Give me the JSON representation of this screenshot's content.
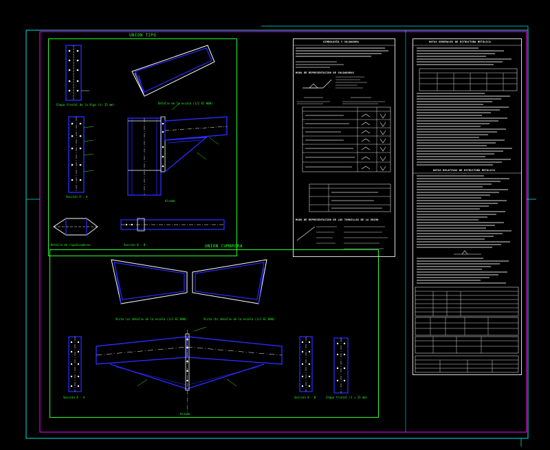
{
  "panels": {
    "union_tipo": "UNION TIPO",
    "union_cumbrera": "UNION CUMBRERA"
  },
  "labels": {
    "chapa_frontal_1": "Chapa frontal de la Viga (t= 15 mm)",
    "detalle_1": "Detalle de la escala (1/2 EC 000)",
    "seccion_a": "Sección A - A",
    "seccion_b": "Sección B - B",
    "detalle_rigid": "Detalle de rigidizadores",
    "vista_1": "Vista (a) detalle de la escala (1/2 EC 000)",
    "vista_2": "Vista (b) detalle de la escala (1/2 EC 000)",
    "seccion_a2": "Sección A - A",
    "seccion_b2": "Sección B - B",
    "chapa_frontal_2": "Chapa frontal (t = 15 mm)",
    "alzado_1": "Alzado",
    "alzado_2": "Alzado"
  },
  "notes": {
    "heading_1": "SIMBOLOGÍA Y SOLDADURA",
    "heading_2": "MODO DE REPRESENTACIÓN DE SOLDADURAS",
    "heading_3": "MODO DE REPRESENTACIÓN DE LOS TORNILLOS DE LA UNIÓN",
    "heading_4": "NOTAS GENERALES DE ESTRUCTURA METÁLICA",
    "heading_5": "NOTAS RELATIVAS DE ESTRUCTURA METÁLICA"
  },
  "colors": {
    "frame": "#00e5e5",
    "inner_frame": "#ff00ff",
    "panel_border": "#2aff2a",
    "steel": "#2a2aff",
    "detail": "#ffffff",
    "bolt": "#ffffff"
  }
}
